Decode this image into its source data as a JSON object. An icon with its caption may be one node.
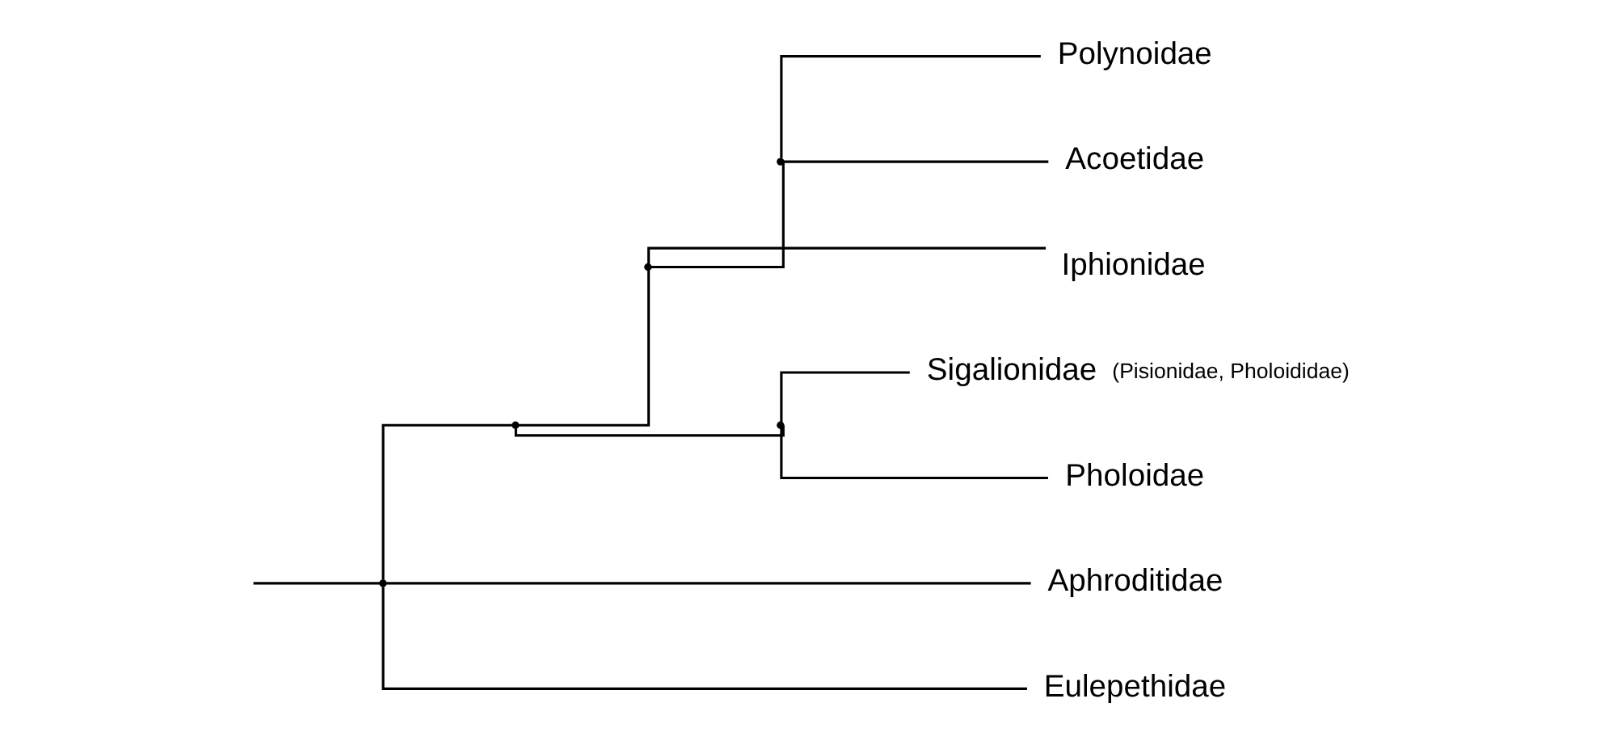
{
  "diagram": {
    "nodes": [
      {
        "text": [],
        "shape": "point"
      },
      {
        "text": [],
        "shape": "point"
      },
      {
        "text": [],
        "shape": "point"
      },
      {
        "text": [],
        "shape": "point"
      },
      {
        "text": [
          "Polynoidae"
        ]
      },
      {
        "text": [
          "Acoetidae"
        ]
      },
      {
        "text": [
          "Iphionidae"
        ]
      },
      {
        "text": [],
        "shape": "point"
      },
      {
        "text": [
          "Sigalionidae"
        ],
        "beside": [
          "(Pisionidae, Pholoididae)"
        ]
      },
      {
        "text": [
          "Pholoidae"
        ]
      },
      {
        "text": [
          "Aphroditidae"
        ]
      },
      {
        "text": [
          "Eulepethidae"
        ]
      }
    ],
    "edges": [
      {
        "from": null,
        "to": 0,
        "arrow": "none"
      },
      {
        "from": 0,
        "to": 1,
        "arrow": "none"
      },
      {
        "from": 1,
        "to": 2,
        "arrow": "none"
      },
      {
        "from": 2,
        "to": 3,
        "arrow": "none"
      },
      {
        "from": 3,
        "to": 4,
        "arrow": "none"
      },
      {
        "from": 3,
        "to": 5,
        "arrow": "none"
      },
      {
        "from": 2,
        "to": 6,
        "arrow": "none"
      },
      {
        "from": 1,
        "to": 7,
        "arrow": "none"
      },
      {
        "from": 7,
        "to": 8,
        "arrow": "none"
      },
      {
        "from": 7,
        "to": 9,
        "arrow": "none"
      },
      {
        "from": 0,
        "to": 10,
        "arrow": "none"
      },
      {
        "from": 0,
        "to": 11,
        "arrow": "none"
      }
    ]
  }
}
